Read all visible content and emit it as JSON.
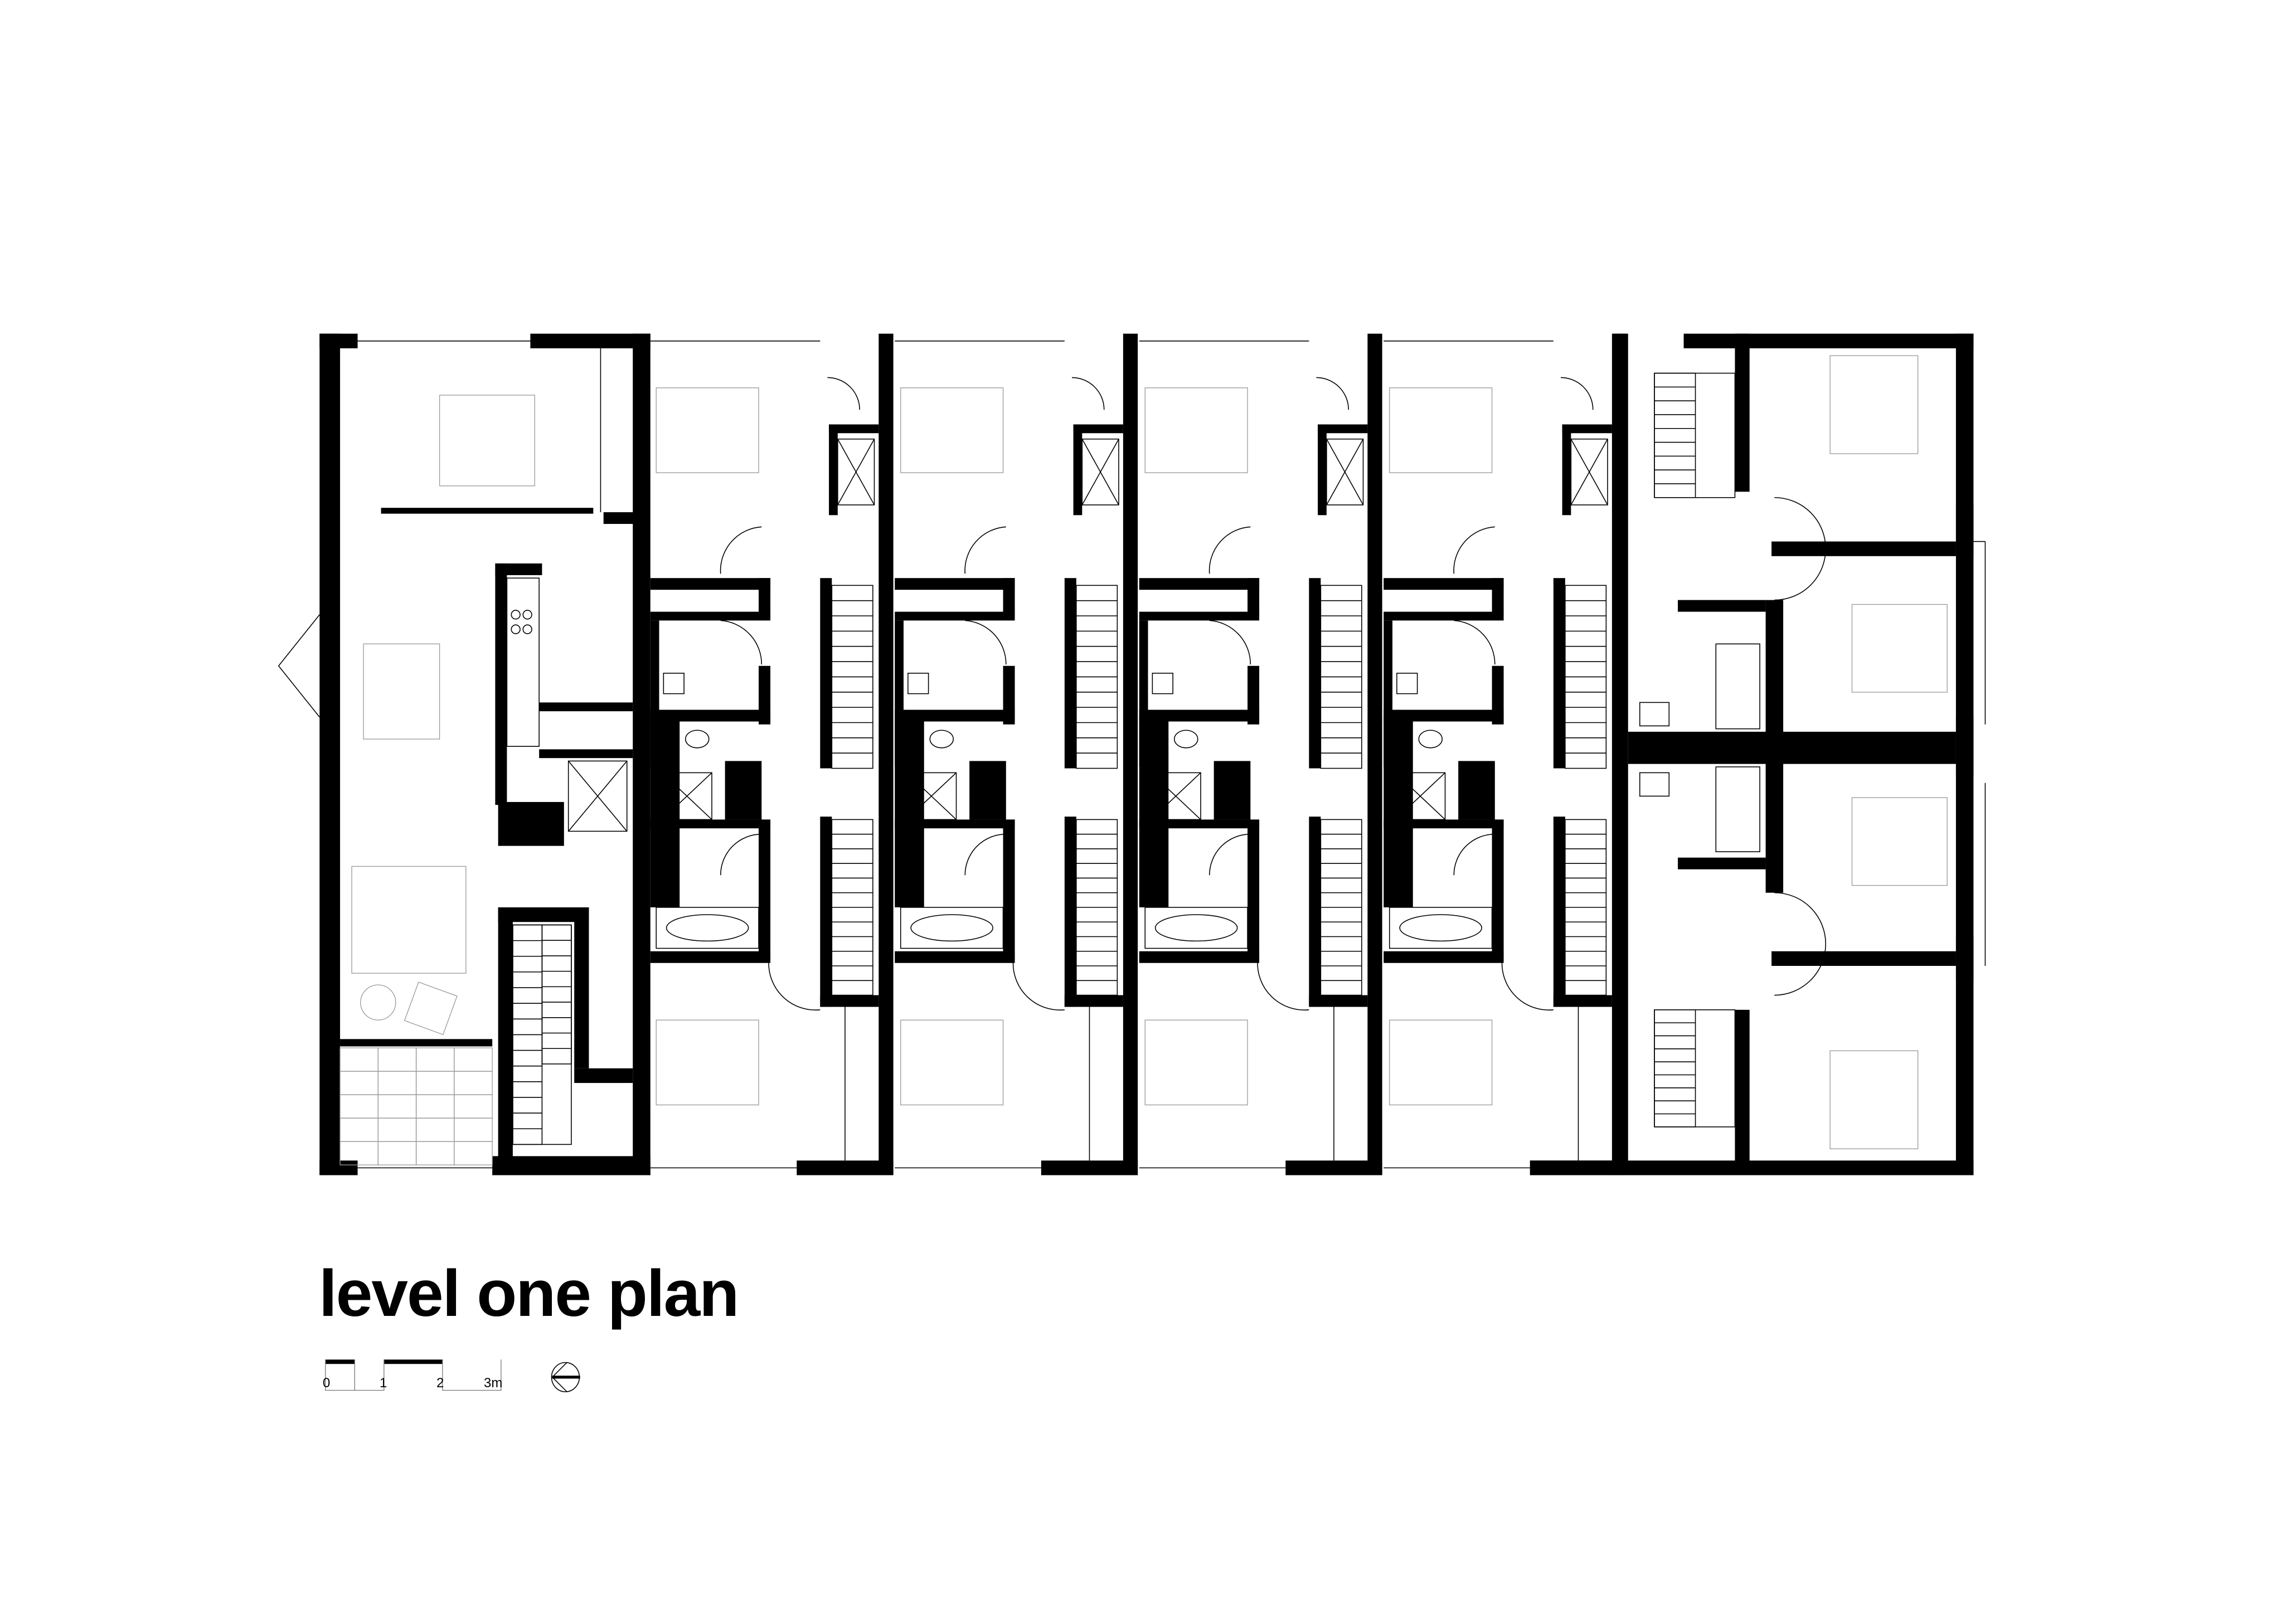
{
  "title": "level one plan",
  "scale_bar": {
    "labels": [
      "0",
      "1",
      "2",
      "3m"
    ],
    "unit": "m"
  },
  "north_arrow": {
    "icon": "north-arrow-icon"
  },
  "townhouse_count": 4,
  "colors": {
    "wall": "#000000",
    "furniture": "#999999",
    "background": "#ffffff"
  }
}
